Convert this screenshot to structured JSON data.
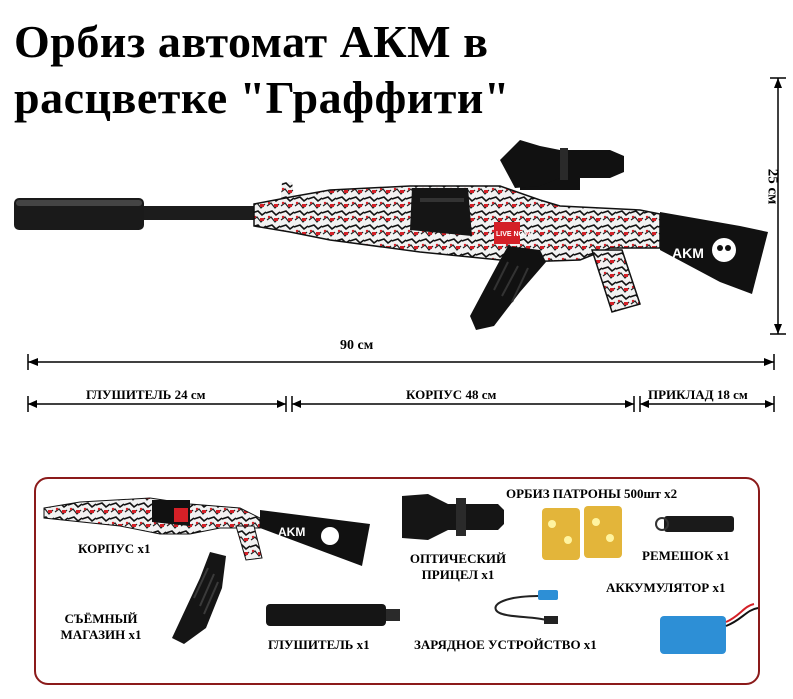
{
  "title": "Орбиз автомат АКМ в расцветке \"Граффити\"",
  "dimensions": {
    "height": "25 см",
    "total": "90 см",
    "silencer": "ГЛУШИТЕЛЬ 24 см",
    "body": "КОРПУС 48 см",
    "stock": "ПРИКЛАД 18 см"
  },
  "gun_logo": "AKM",
  "graffiti_tag": "LIVE NOW",
  "kit": {
    "body": "КОРПУС x1",
    "magazine": "СЪЁМНЫЙ МАГАЗИН x1",
    "silencer": "ГЛУШИТЕЛЬ x1",
    "scope": "ОПТИЧЕСКИЙ ПРИЦЕЛ x1",
    "charger": "ЗАРЯДНОЕ УСТРОЙСТВО x1",
    "ammo": "ОРБИЗ ПАТРОНЫ 500шт x2",
    "strap": "РЕМЕШОК x1",
    "battery": "АККУМУЛЯТОР x1"
  },
  "colors": {
    "frame": "#8b1a1a",
    "graffiti_red": "#d42027",
    "gun_black": "#111111",
    "battery_blue": "#2d8fd6"
  }
}
